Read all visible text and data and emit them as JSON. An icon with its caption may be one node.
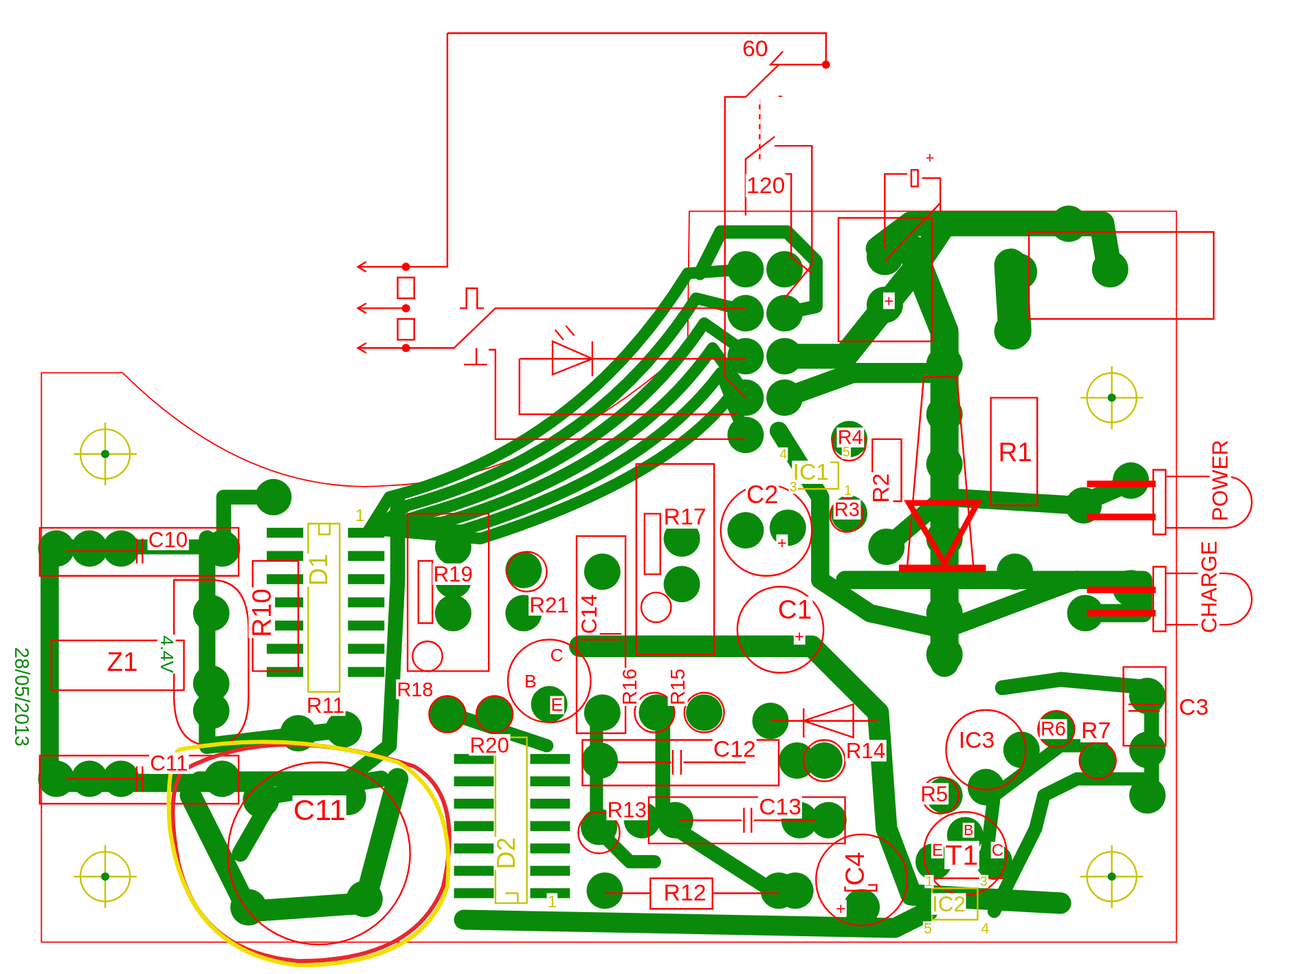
{
  "diagram": {
    "labels": [
      "60",
      "-",
      "+",
      "120",
      "+",
      "R4",
      "4",
      "5",
      "IC1",
      "C2",
      "3",
      "1",
      "R3",
      "R2",
      "R1",
      "POWER",
      "1",
      "C10",
      "R17",
      "+",
      "D1",
      "R19",
      "CHARGE",
      "R10",
      "R21",
      "C14",
      "C1",
      "+",
      "28/05/2013",
      "Z1",
      "4.4V",
      "C",
      "R11",
      "R18",
      "B",
      "E",
      "R16",
      "R15",
      "C3",
      "C11",
      "R20",
      "C12",
      "R14",
      "IC3",
      "R6",
      "R7",
      "C11",
      "R13",
      "C13",
      "R5",
      "D2",
      "C4",
      "E",
      "T1",
      "B",
      "C",
      "R12",
      "1",
      "3",
      "1",
      "+",
      "IC2",
      "5",
      "4"
    ]
  }
}
